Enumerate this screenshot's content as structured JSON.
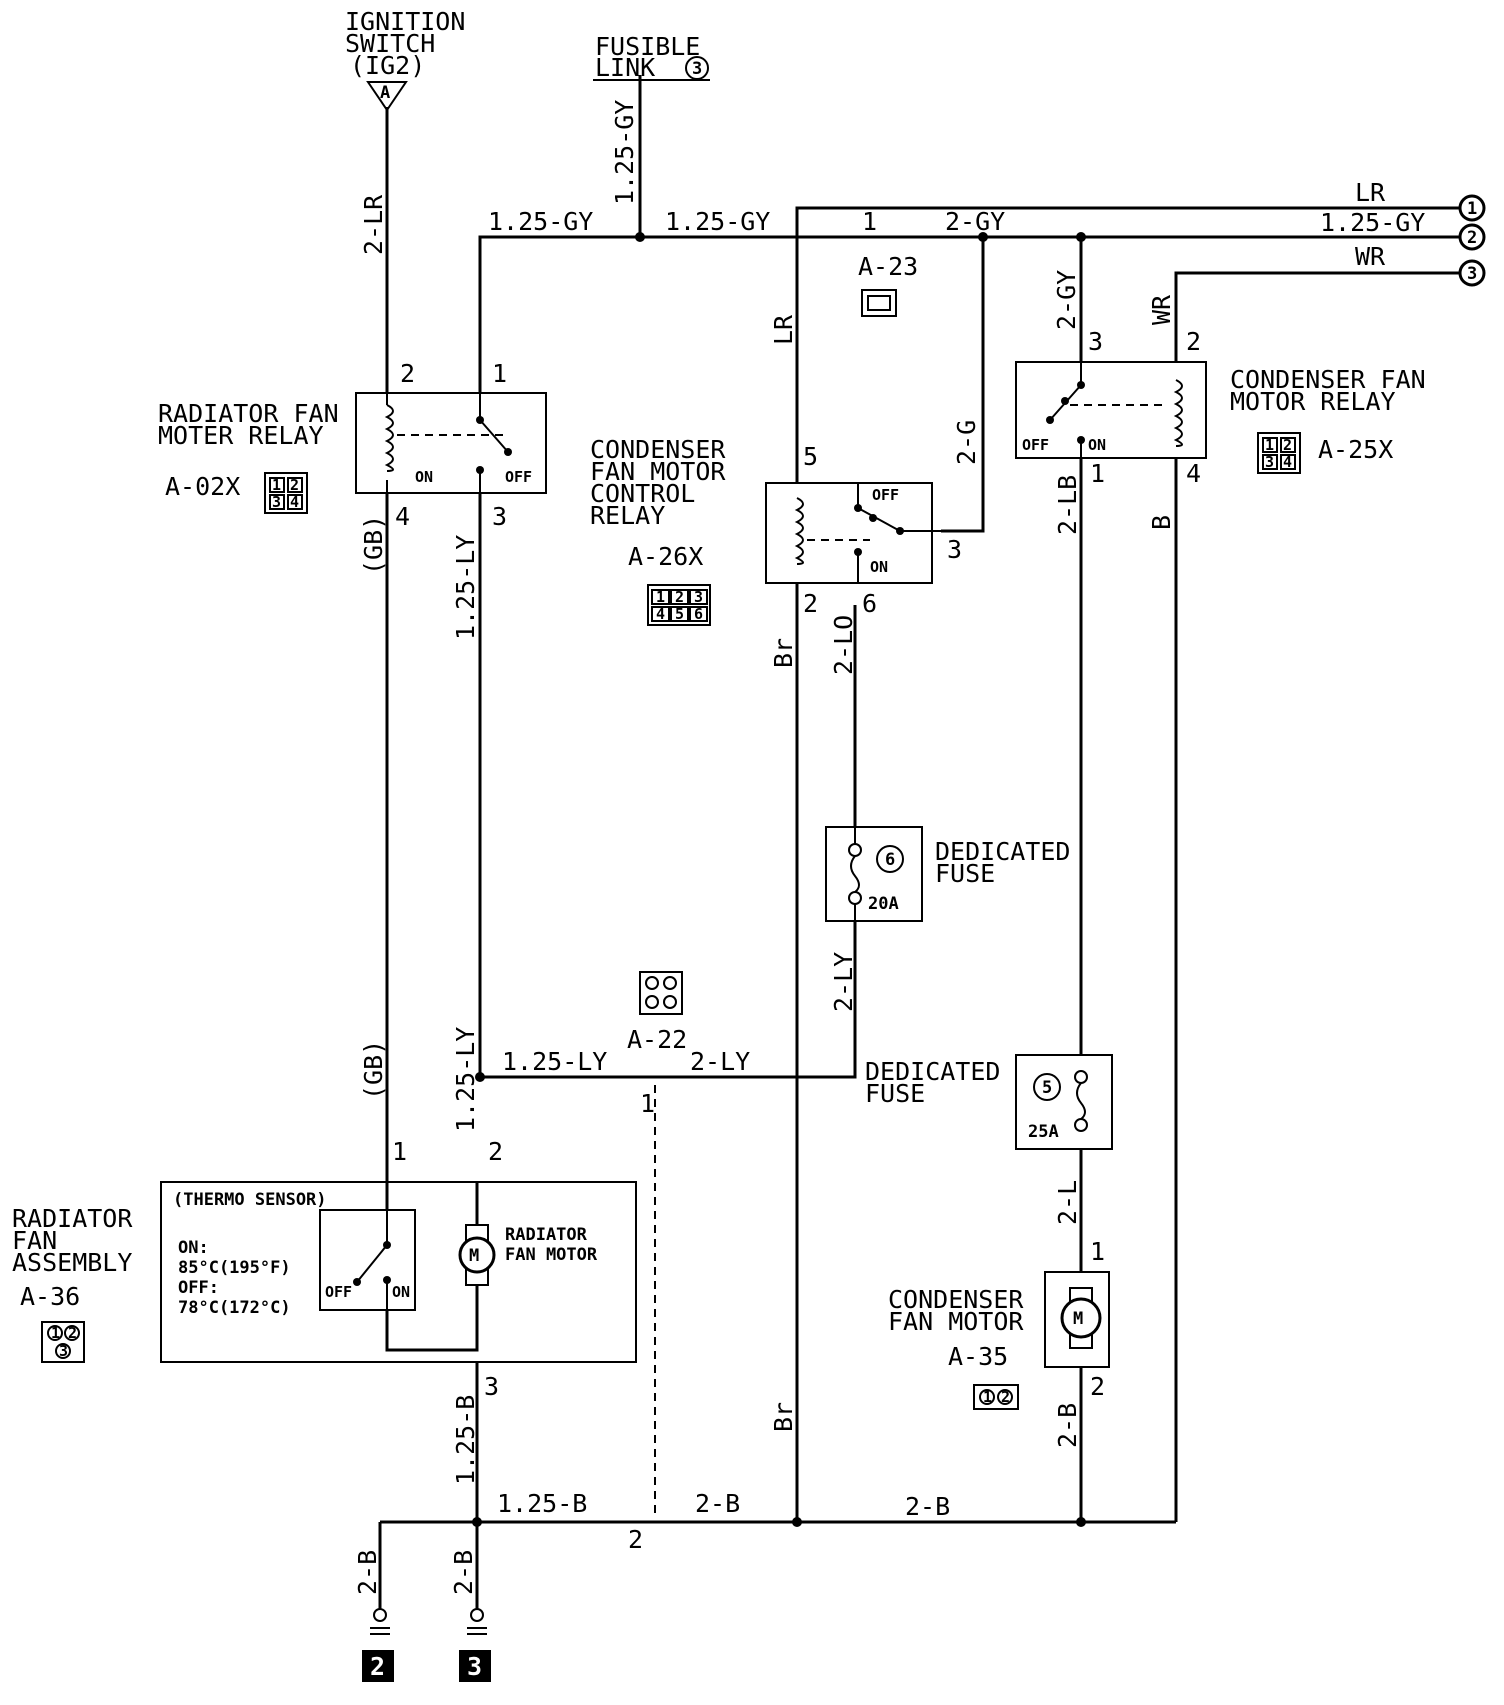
{
  "sources": {
    "ignition": [
      "IGNITION",
      "SWITCH",
      "(IG2)"
    ],
    "ignition_tag": "A",
    "fusible": [
      "FUSIBLE",
      "LINK"
    ],
    "fusible_num": "3"
  },
  "wires": {
    "lr_2": "2-LR",
    "gy_125": "1.25-GY",
    "gy_125_b": "1.25-GY",
    "gy_125_c": "1.25-GY",
    "gy_2": "2-GY",
    "gy_2_b": "2-GY",
    "lr": "LR",
    "lr_b": "LR",
    "gy_right": "1.25-GY",
    "wr": "WR",
    "wr_b": "WR",
    "g_2": "2-G",
    "gb": "(GB)",
    "gb_b": "(GB)",
    "ly_125": "1.25-LY",
    "ly_125_b": "1.25-LY",
    "ly_125_c": "1.25-LY",
    "ly_2": "2-LY",
    "ly_2_b": "2-LY",
    "lo_2": "2-LO",
    "br": "Br",
    "br_b": "Br",
    "lb_2": "2-LB",
    "b": "B",
    "l_2": "2-L",
    "b_125": "1.25-B",
    "b_125_b": "1.25-B",
    "b_2": "2-B",
    "b_2_b": "2-B",
    "b_2_c": "2-B",
    "b_2_d": "2-B",
    "b_2_e": "2-B"
  },
  "components": {
    "rad_relay": [
      "RADIATOR FAN",
      "MOTER RELAY"
    ],
    "rad_relay_code": "A-02X",
    "cond_ctrl": [
      "CONDENSER",
      "FAN MOTOR",
      "CONTROL",
      "RELAY"
    ],
    "cond_ctrl_code": "A-26X",
    "cond_relay": [
      "CONDENSER FAN",
      "MOTOR RELAY"
    ],
    "cond_relay_code": "A-25X",
    "a23": "A-23",
    "a22": "A-22",
    "fuse6": [
      "DEDICATED",
      "FUSE"
    ],
    "fuse6_num": "6",
    "fuse6_amp": "20A",
    "fuse5": [
      "DEDICATED",
      "FUSE"
    ],
    "fuse5_num": "5",
    "fuse5_amp": "25A",
    "rad_assy": [
      "RADIATOR",
      "FAN",
      "ASSEMBLY"
    ],
    "rad_assy_code": "A-36",
    "thermo": "(THERMO SENSOR)",
    "thermo_on": "ON:",
    "thermo_on_val": "85°C(195°F)",
    "thermo_off": "OFF:",
    "thermo_off_val": "78°C(172°C)",
    "rad_motor": [
      "RADIATOR",
      "FAN MOTOR"
    ],
    "cond_motor": [
      "CONDENSER",
      "FAN MOTOR"
    ],
    "cond_motor_code": "A-35"
  },
  "states": {
    "on": "ON",
    "off": "OFF"
  },
  "pins": {
    "p1": "1",
    "p2": "2",
    "p3": "3",
    "p4": "4",
    "p5": "5",
    "p6": "6"
  },
  "connectors": {
    "c4": [
      "1",
      "2",
      "3",
      "4"
    ],
    "c6": [
      "1",
      "2",
      "3",
      "4",
      "5",
      "6"
    ],
    "c3": [
      "1",
      "2",
      "3"
    ],
    "c2": [
      "1",
      "2"
    ]
  },
  "offpage": [
    "1",
    "2",
    "3"
  ],
  "grounds": [
    "2",
    "3"
  ]
}
